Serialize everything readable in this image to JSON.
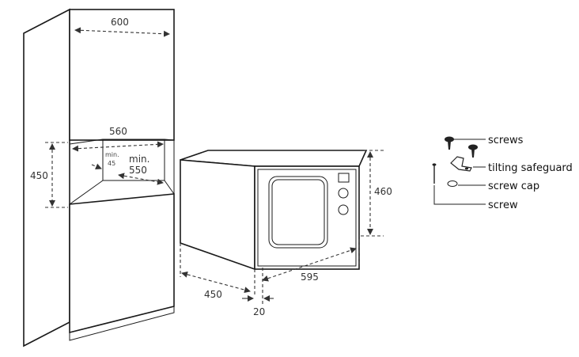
{
  "dimensions": {
    "cabinet_width": "600",
    "niche_width": "560",
    "niche_height": "450",
    "min_depth": "min.",
    "min_depth_value": "550",
    "min_gap": "min.",
    "min_gap_value": "45",
    "oven_height": "460",
    "oven_width": "595",
    "oven_depth": "450",
    "front_offset": "20"
  },
  "legend": {
    "screws": "screws",
    "tilting_safeguard": "tilting safeguard",
    "screw_cap": "screw cap",
    "screw": "screw"
  }
}
